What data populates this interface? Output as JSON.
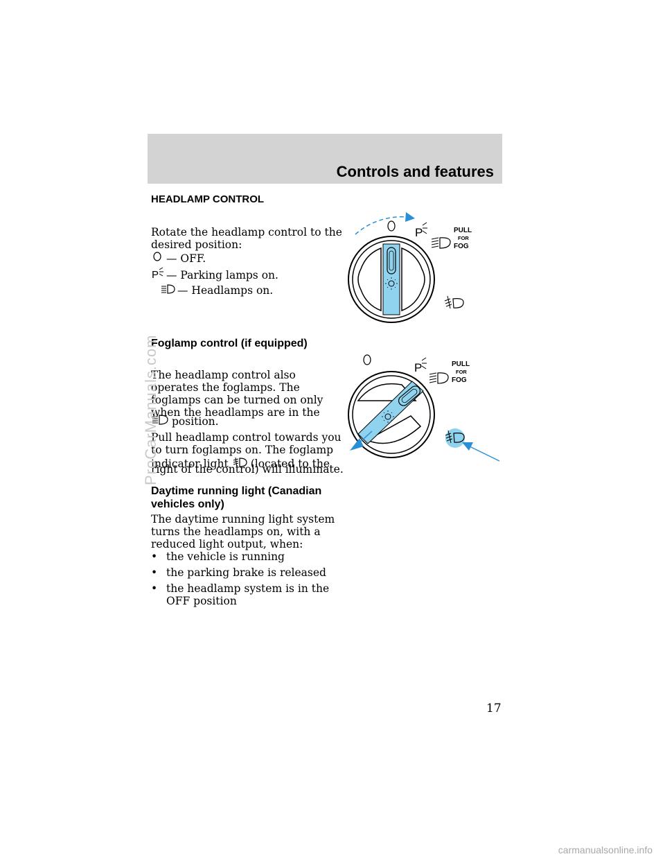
{
  "header": {
    "title": "Controls and features"
  },
  "headlamp": {
    "heading": "HEADLAMP CONTROL",
    "intro_line1": "Rotate the headlamp control to the",
    "intro_line2": "desired position:",
    "legend": [
      {
        "icon": "off-icon",
        "text": "— OFF."
      },
      {
        "icon": "parking-lamps-icon",
        "text": "— Parking lamps on."
      },
      {
        "icon": "headlamps-icon",
        "text": "— Headlamps on."
      }
    ]
  },
  "fog": {
    "heading": "Foglamp control (if equipped)",
    "p1_lines": [
      "The headlamp control also",
      "operates the foglamps. The",
      "foglamps can be turned on only",
      "when the headlamps are in the"
    ],
    "p1_tail": "position.",
    "p2_line1": "Pull headlamp control towards you",
    "p2_line2": "to turn foglamps on. The foglamp",
    "p2_line3_a": "indicator light",
    "p2_line3_b": "(located to the",
    "p2_line4": "right of the control) will illuminate."
  },
  "drl": {
    "heading_line1": "Daytime running light (Canadian",
    "heading_line2": "vehicles only)",
    "intro": [
      "The daytime running light system",
      "turns the headlamps on, with a",
      "reduced light output, when:"
    ],
    "bullets": [
      {
        "line1": "the vehicle is running",
        "line2": ""
      },
      {
        "line1": "the parking brake is released",
        "line2": ""
      },
      {
        "line1": "the headlamp system is in the",
        "line2": "OFF position"
      }
    ]
  },
  "diagram": {
    "pull_label": "PULL",
    "for_label": "FOR",
    "fog_label": "FOG",
    "parking_letter": "P"
  },
  "page_number": "17",
  "watermark": "ProCarManuals.com",
  "footer_url": "carmanualsonline.info",
  "colors": {
    "header_band": "#d3d3d3",
    "accent_blue": "#2a90d6",
    "knob_blue": "#8fd3ee"
  }
}
